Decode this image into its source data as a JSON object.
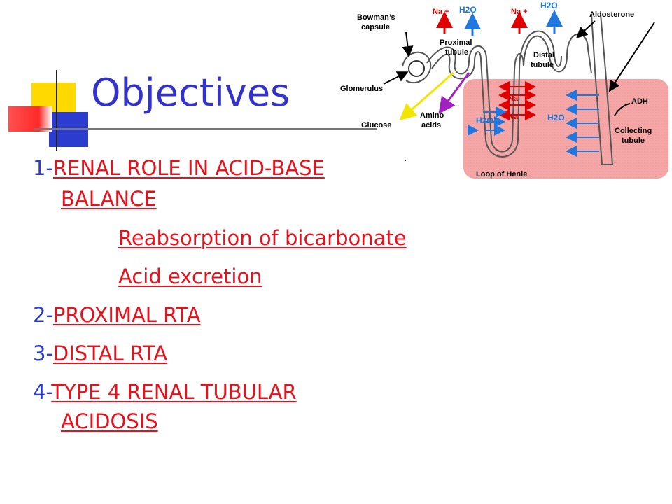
{
  "slide": {
    "title": "Objectives",
    "items": [
      {
        "number": "1-",
        "lines": [
          "RENAL ROLE IN ACID-BASE",
          "BALANCE"
        ]
      },
      {
        "sub": [
          "Reabsorption  of bicarbonate",
          "Acid excretion"
        ]
      },
      {
        "number": "2-",
        "text": "PROXIMAL RTA"
      },
      {
        "number": "3-",
        "text": "DISTAL RTA"
      },
      {
        "number": "4-",
        "lines": [
          "TYPE 4 RENAL TUBULAR",
          "ACIDOSIS"
        ]
      }
    ]
  },
  "diagram": {
    "labels": {
      "bowmans": [
        "Bowman’s",
        "capsule"
      ],
      "proximal": [
        "Proximal",
        "tubule"
      ],
      "distal": [
        "Distal",
        "tubule"
      ],
      "aldosterone": "Aldosterone",
      "glomerulus": "Glomerulus",
      "glucose": "Glucose",
      "amino": [
        "Amino",
        "acids"
      ],
      "adh": "ADH",
      "collecting": [
        "Collecting",
        "tubule"
      ],
      "loop": "Loop of Henle",
      "na_top_1": "Na +",
      "na_top_2": "Na +",
      "h2o_top_1": "H2O",
      "h2o_top_2": "H2O",
      "na_inner_1": "Na",
      "na_inner_2": "Na",
      "h2o_inner_1": "H2O",
      "h2o_inner_2": "H2O"
    },
    "colors": {
      "interstitium": "#f5a7a7",
      "na_arrow": "#e00000",
      "h2o_arrow": "#1e78e0",
      "glucose_arrow": "#f2e600",
      "amino_arrow": "#a020c0"
    }
  }
}
